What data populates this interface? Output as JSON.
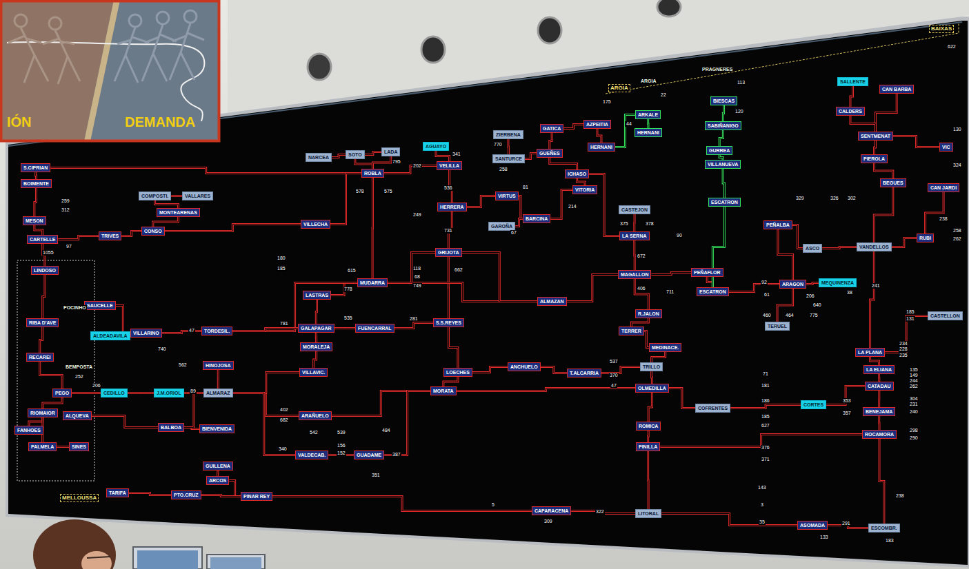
{
  "diagram": {
    "nodes": [
      {
        "text": [
          "S.CIPRIAN"
        ]
      },
      {
        "text": [
          "BOIMENTE"
        ]
      },
      {
        "text": [
          "MESON"
        ]
      },
      {
        "text": [
          "CARTELLE"
        ]
      },
      {
        "text": [
          "TRIVES"
        ]
      },
      {
        "text": [
          "CONSO"
        ]
      },
      {
        "text": [
          "COMPOSTI."
        ]
      },
      {
        "text": [
          "VALLARES"
        ]
      },
      {
        "text": [
          "MONTEARENAS"
        ]
      },
      {
        "text": [
          "VILLECHA"
        ]
      },
      {
        "text": [
          "NARCEA"
        ]
      },
      {
        "text": [
          "SOTO"
        ]
      },
      {
        "text": [
          "LADA"
        ]
      },
      {
        "text": [
          "ROBLA"
        ]
      },
      {
        "text": [
          "VELILLA"
        ]
      },
      {
        "text": [
          "AGUAYO"
        ]
      },
      {
        "text": [
          "ZIERBENA"
        ]
      },
      {
        "text": [
          "SANTURCE"
        ]
      },
      {
        "text": [
          "GUEÑES"
        ]
      },
      {
        "text": [
          "GATICA"
        ]
      },
      {
        "text": [
          "AZPEITIA"
        ]
      },
      {
        "text": [
          "HERNANI"
        ]
      },
      {
        "text": [
          "ARKALE"
        ]
      },
      {
        "text": [
          "HERNANI"
        ]
      },
      {
        "text": [
          "ICHASO"
        ]
      },
      {
        "text": [
          "VITORIA"
        ]
      },
      {
        "text": [
          "VIRTUS"
        ]
      },
      {
        "text": [
          "BARCINA"
        ]
      },
      {
        "text": [
          "GAROÑA"
        ]
      },
      {
        "text": [
          "HERRERA"
        ]
      },
      {
        "text": [
          "GRIJOTA"
        ]
      },
      {
        "text": [
          "MUDARRA"
        ]
      },
      {
        "text": [
          "LASTRAS"
        ]
      },
      {
        "text": [
          "SAUCELLE"
        ]
      },
      {
        "text": [
          "ALDEADAVILA"
        ]
      },
      {
        "text": [
          "VILLARINO"
        ]
      },
      {
        "text": [
          "TORDESIL."
        ]
      },
      {
        "text": [
          "GALAPAGAR"
        ]
      },
      {
        "text": [
          "FUENCARRAL"
        ]
      },
      {
        "text": [
          "S.S.REYES"
        ]
      },
      {
        "text": [
          "MORALEJA"
        ]
      },
      {
        "text": [
          "VILLAVIC."
        ]
      },
      {
        "text": [
          "LOECHES"
        ]
      },
      {
        "text": [
          "MORATA"
        ]
      },
      {
        "text": [
          "ANCHUELO"
        ]
      },
      {
        "text": [
          "ALMAZAN"
        ]
      },
      {
        "text": [
          "ARAÑUELO"
        ]
      },
      {
        "text": [
          "VALDECAB."
        ]
      },
      {
        "text": [
          "GUADAME"
        ]
      },
      {
        "text": [
          "T.ALCARRIA"
        ]
      },
      {
        "text": [
          "TRILLO"
        ]
      },
      {
        "text": [
          "OLMEDILLA"
        ]
      },
      {
        "text": [
          "TERRER"
        ]
      },
      {
        "text": [
          "R.JALON"
        ]
      },
      {
        "text": [
          "MEDINACE."
        ]
      },
      {
        "text": [
          "MAGALLON"
        ]
      },
      {
        "text": [
          "LA SERNA"
        ]
      },
      {
        "text": [
          "CASTEJON"
        ]
      },
      {
        "text": [
          "PEÑAFLOR"
        ]
      },
      {
        "text": [
          "ESCATRON"
        ]
      },
      {
        "text": [
          "ARAGON"
        ]
      },
      {
        "text": [
          "PEÑALBA"
        ]
      },
      {
        "text": [
          "TERUEL"
        ]
      },
      {
        "text": [
          "ASCO"
        ]
      },
      {
        "text": [
          "VANDELLOS"
        ]
      },
      {
        "text": [
          "RUBI"
        ]
      },
      {
        "text": [
          "CAN JARDI"
        ]
      },
      {
        "text": [
          "BEGUES"
        ]
      },
      {
        "text": [
          "VIC"
        ]
      },
      {
        "text": [
          "SENTMENAT"
        ]
      },
      {
        "text": [
          "PIEROLA"
        ]
      },
      {
        "text": [
          "CALDERS"
        ]
      },
      {
        "text": [
          "CAN BARBA"
        ]
      },
      {
        "text": [
          "SALLENTE"
        ]
      },
      {
        "text": [
          "BIESCAS"
        ]
      },
      {
        "text": [
          "SABIÑANIGO"
        ]
      },
      {
        "text": [
          "GURREA"
        ]
      },
      {
        "text": [
          "VILLANUEVA"
        ]
      },
      {
        "text": [
          "ESCATRON"
        ]
      },
      {
        "text": [
          "MEQUINENZA"
        ]
      },
      {
        "text": [
          "LA PLANA"
        ]
      },
      {
        "text": [
          "LA ELIANA"
        ]
      },
      {
        "text": [
          "CATADAU"
        ]
      },
      {
        "text": [
          "BENEJAMA"
        ]
      },
      {
        "text": [
          "ROCAMORA"
        ]
      },
      {
        "text": [
          "ESCOMBR."
        ]
      },
      {
        "text": [
          "ASOMADA"
        ]
      },
      {
        "text": [
          "LITORAL"
        ]
      },
      {
        "text": [
          "CAPARACENA"
        ]
      },
      {
        "text": [
          "COFRENTES"
        ]
      },
      {
        "text": [
          "CORTES"
        ]
      },
      {
        "text": [
          "ROMICA"
        ]
      },
      {
        "text": [
          "PINILLA"
        ]
      },
      {
        "text": [
          "ALMARAZ"
        ]
      },
      {
        "text": [
          "HINOJOSA"
        ]
      },
      {
        "text": [
          "BALBOA"
        ]
      },
      {
        "text": [
          "BIENVENIDA"
        ]
      },
      {
        "text": [
          "GUILLENA"
        ]
      },
      {
        "text": [
          "ARCOS"
        ]
      },
      {
        "text": [
          "PINAR REY"
        ]
      },
      {
        "text": [
          "PTO.CRUZ"
        ]
      },
      {
        "text": [
          "TARIFA"
        ]
      },
      {
        "text": [
          "LINDOSO"
        ]
      },
      {
        "text": [
          "RIBA D'AVE"
        ]
      },
      {
        "text": [
          "RECAREI"
        ]
      },
      {
        "text": [
          "PEGO"
        ]
      },
      {
        "text": [
          "RIOMAIOR"
        ]
      },
      {
        "text": [
          "ALQUEVA"
        ]
      },
      {
        "text": [
          "FANHOES"
        ]
      },
      {
        "text": [
          "PALMELA"
        ]
      },
      {
        "text": [
          "SINES"
        ]
      },
      {
        "text": [
          "CEDILLO"
        ]
      },
      {
        "text": [
          "J.M.ORIOL"
        ]
      },
      {
        "text": [
          "CASTELLON"
        ]
      }
    ],
    "edges": [
      {
        "from": 0,
        "to": 1,
        "arrow": "none"
      },
      {
        "from": 1,
        "to": 2,
        "arrow": "none"
      },
      {
        "from": 2,
        "to": 3,
        "arrow": "none"
      },
      {
        "from": 3,
        "to": 4,
        "arrow": "none"
      },
      {
        "from": 4,
        "to": 5,
        "arrow": "none"
      },
      {
        "from": 5,
        "to": 8,
        "arrow": "none"
      },
      {
        "from": 8,
        "to": 6,
        "arrow": "none"
      },
      {
        "from": 6,
        "to": 7,
        "arrow": "none"
      },
      {
        "from": 0,
        "to": 13,
        "arrow": "none"
      },
      {
        "from": 5,
        "to": 9,
        "arrow": "none"
      },
      {
        "from": 9,
        "to": 13,
        "arrow": "none"
      },
      {
        "from": 10,
        "to": 11,
        "arrow": "none"
      },
      {
        "from": 11,
        "to": 12,
        "arrow": "none"
      },
      {
        "from": 11,
        "to": 13,
        "arrow": "none"
      },
      {
        "from": 12,
        "to": 13,
        "arrow": "none"
      },
      {
        "from": 13,
        "to": 14,
        "arrow": "none"
      },
      {
        "from": 14,
        "to": 15,
        "arrow": "none"
      },
      {
        "from": 14,
        "to": 29,
        "arrow": "none"
      },
      {
        "from": 29,
        "to": 26,
        "arrow": "none"
      },
      {
        "from": 26,
        "to": 27,
        "arrow": "none"
      },
      {
        "from": 27,
        "to": 28,
        "arrow": "none"
      },
      {
        "from": 27,
        "to": 25,
        "arrow": "none"
      },
      {
        "from": 25,
        "to": 24,
        "arrow": "none"
      },
      {
        "from": 24,
        "to": 18,
        "arrow": "none"
      },
      {
        "from": 18,
        "to": 17,
        "arrow": "none"
      },
      {
        "from": 17,
        "to": 16,
        "arrow": "none"
      },
      {
        "from": 18,
        "to": 19,
        "arrow": "none"
      },
      {
        "from": 19,
        "to": 20,
        "arrow": "none"
      },
      {
        "from": 20,
        "to": 21,
        "arrow": "none"
      },
      {
        "from": 21,
        "to": 22,
        "arrow": "none"
      },
      {
        "from": 22,
        "to": 23,
        "arrow": "none"
      },
      {
        "from": 29,
        "to": 30,
        "arrow": "none"
      },
      {
        "from": 30,
        "to": 31,
        "arrow": "none"
      },
      {
        "from": 13,
        "to": 31,
        "arrow": "none"
      },
      {
        "from": 31,
        "to": 32,
        "arrow": "none"
      },
      {
        "from": 31,
        "to": 36,
        "arrow": "none"
      },
      {
        "from": 30,
        "to": 39,
        "arrow": "none"
      },
      {
        "from": 33,
        "to": 35,
        "arrow": "none"
      },
      {
        "from": 34,
        "to": 35,
        "arrow": "none"
      },
      {
        "from": 35,
        "to": 36,
        "arrow": "none"
      },
      {
        "from": 36,
        "to": 37,
        "arrow": "none"
      },
      {
        "from": 37,
        "to": 38,
        "arrow": "none"
      },
      {
        "from": 38,
        "to": 39,
        "arrow": "none"
      },
      {
        "from": 32,
        "to": 37,
        "arrow": "none"
      },
      {
        "from": 37,
        "to": 40,
        "arrow": "none"
      },
      {
        "from": 40,
        "to": 41,
        "arrow": "none"
      },
      {
        "from": 39,
        "to": 42,
        "arrow": "none"
      },
      {
        "from": 42,
        "to": 43,
        "arrow": "none"
      },
      {
        "from": 42,
        "to": 44,
        "arrow": "none"
      },
      {
        "from": 44,
        "to": 49,
        "arrow": "none"
      },
      {
        "from": 49,
        "to": 50,
        "arrow": "none"
      },
      {
        "from": 50,
        "to": 51,
        "arrow": "none"
      },
      {
        "from": 43,
        "to": 51,
        "arrow": "none"
      },
      {
        "from": 43,
        "to": 46,
        "arrow": "none"
      },
      {
        "from": 46,
        "to": 93,
        "arrow": "none"
      },
      {
        "from": 93,
        "to": 112,
        "arrow": "none"
      },
      {
        "from": 112,
        "to": 111,
        "arrow": "none"
      },
      {
        "from": 111,
        "to": 105,
        "arrow": "none"
      },
      {
        "from": 41,
        "to": 93,
        "arrow": "none"
      },
      {
        "from": 47,
        "to": 48,
        "arrow": "none"
      },
      {
        "from": 93,
        "to": 47,
        "arrow": "none"
      },
      {
        "from": 48,
        "to": 43,
        "arrow": "none"
      },
      {
        "from": 45,
        "to": 31,
        "arrow": "none"
      },
      {
        "from": 45,
        "to": 55,
        "arrow": "none"
      },
      {
        "from": 56,
        "to": 57,
        "arrow": "none"
      },
      {
        "from": 56,
        "to": 55,
        "arrow": "none"
      },
      {
        "from": 55,
        "to": 58,
        "arrow": "none"
      },
      {
        "from": 58,
        "to": 59,
        "arrow": "none"
      },
      {
        "from": 59,
        "to": 60,
        "arrow": "none"
      },
      {
        "from": 55,
        "to": 53,
        "arrow": "none"
      },
      {
        "from": 53,
        "to": 52,
        "arrow": "none"
      },
      {
        "from": 52,
        "to": 54,
        "arrow": "none"
      },
      {
        "from": 54,
        "to": 50,
        "arrow": "none"
      },
      {
        "from": 60,
        "to": 61,
        "arrow": "none"
      },
      {
        "from": 60,
        "to": 62,
        "arrow": "none"
      },
      {
        "from": 60,
        "to": 79,
        "arrow": "none"
      },
      {
        "from": 63,
        "to": 64,
        "arrow": "none"
      },
      {
        "from": 64,
        "to": 65,
        "arrow": "none"
      },
      {
        "from": 65,
        "to": 66,
        "arrow": "none"
      },
      {
        "from": 67,
        "to": 64,
        "arrow": "none"
      },
      {
        "from": 67,
        "to": 70,
        "arrow": "none"
      },
      {
        "from": 70,
        "to": 69,
        "arrow": "none"
      },
      {
        "from": 69,
        "to": 68,
        "arrow": "none"
      },
      {
        "from": 69,
        "to": 72,
        "arrow": "none"
      },
      {
        "from": 71,
        "to": 69,
        "arrow": "none"
      },
      {
        "from": 73,
        "to": 71,
        "arrow": "none"
      },
      {
        "from": 74,
        "to": 75,
        "arrow": "none"
      },
      {
        "from": 75,
        "to": 76,
        "arrow": "none"
      },
      {
        "from": 76,
        "to": 77,
        "arrow": "none"
      },
      {
        "from": 77,
        "to": 78,
        "arrow": "none"
      },
      {
        "from": 56,
        "to": 24,
        "arrow": "none"
      },
      {
        "from": 64,
        "to": 80,
        "arrow": "none"
      },
      {
        "from": 80,
        "to": 81,
        "arrow": "none"
      },
      {
        "from": 81,
        "to": 82,
        "arrow": "none"
      },
      {
        "from": 82,
        "to": 83,
        "arrow": "none"
      },
      {
        "from": 83,
        "to": 84,
        "arrow": "none"
      },
      {
        "from": 82,
        "to": 90,
        "arrow": "none"
      },
      {
        "from": 90,
        "to": 89,
        "arrow": "none"
      },
      {
        "from": 89,
        "to": 51,
        "arrow": "none"
      },
      {
        "from": 91,
        "to": 92,
        "arrow": "none"
      },
      {
        "from": 92,
        "to": 84,
        "arrow": "none"
      },
      {
        "from": 84,
        "to": 85,
        "arrow": "none"
      },
      {
        "from": 85,
        "to": 86,
        "arrow": "none"
      },
      {
        "from": 86,
        "to": 87,
        "arrow": "none"
      },
      {
        "from": 87,
        "to": 88,
        "arrow": "none"
      },
      {
        "from": 88,
        "to": 99,
        "arrow": "none"
      },
      {
        "from": 99,
        "to": 98,
        "arrow": "none"
      },
      {
        "from": 98,
        "to": 97,
        "arrow": "none"
      },
      {
        "from": 96,
        "to": 95,
        "arrow": "none"
      },
      {
        "from": 95,
        "to": 93,
        "arrow": "none"
      },
      {
        "from": 100,
        "to": 101,
        "arrow": "none"
      },
      {
        "from": 100,
        "to": 99,
        "arrow": "none"
      },
      {
        "from": 94,
        "to": 93,
        "arrow": "none"
      },
      {
        "from": 51,
        "to": 91,
        "arrow": "none"
      },
      {
        "from": 92,
        "to": 87,
        "arrow": "none"
      },
      {
        "from": 102,
        "to": 3,
        "arrow": "none"
      },
      {
        "from": 102,
        "to": 103,
        "arrow": "none"
      },
      {
        "from": 103,
        "to": 104,
        "arrow": "none"
      },
      {
        "from": 104,
        "to": 105,
        "arrow": "none"
      },
      {
        "from": 105,
        "to": 106,
        "arrow": "none"
      },
      {
        "from": 106,
        "to": 108,
        "arrow": "none"
      },
      {
        "from": 106,
        "to": 109,
        "arrow": "none"
      },
      {
        "from": 109,
        "to": 110,
        "arrow": "none"
      },
      {
        "from": 107,
        "to": 95,
        "arrow": "none"
      },
      {
        "from": 113,
        "to": 80,
        "arrow": "none"
      },
      {
        "from": 61,
        "to": 63,
        "arrow": "none"
      },
      {
        "from": 78,
        "to": 59,
        "arrow": "none"
      },
      {
        "from": 30,
        "to": 45,
        "arrow": "none"
      }
    ],
    "labels": [
      "IÓN",
      "DEMANDA",
      "MELLOUSSA",
      "BAIXAS",
      "ARGIA",
      "ARGIA",
      "PRAGNERES",
      "POCINHO",
      "BEMPOSTA",
      "175",
      "22",
      "113",
      "120",
      "1055",
      "329",
      "326",
      "302",
      "640",
      "775",
      "464",
      "460",
      "622",
      "130",
      "324",
      "238",
      "258",
      "262",
      "185",
      "131",
      "234",
      "228",
      "235",
      "135",
      "149",
      "244",
      "262",
      "304",
      "231",
      "240",
      "298",
      "290",
      "238",
      "183",
      "291",
      "133",
      "143",
      "3",
      "35",
      "322",
      "5",
      "376",
      "371",
      "627",
      "185",
      "186",
      "181",
      "71",
      "353",
      "357",
      "537",
      "370",
      "47",
      "406",
      "711",
      "672",
      "90",
      "378",
      "375",
      "92",
      "61",
      "206",
      "241",
      "38",
      "281",
      "535",
      "781",
      "47",
      "740",
      "562",
      "252",
      "206",
      "89",
      "402",
      "682",
      "340",
      "542",
      "539",
      "484",
      "351",
      "387",
      "156",
      "152",
      "309",
      "185",
      "180",
      "615",
      "778",
      "749",
      "68",
      "118",
      "662",
      "731",
      "536",
      "249",
      "202",
      "575",
      "578",
      "795",
      "341",
      "770",
      "258",
      "67",
      "81",
      "214",
      "44",
      "259",
      "312",
      "97"
    ]
  }
}
